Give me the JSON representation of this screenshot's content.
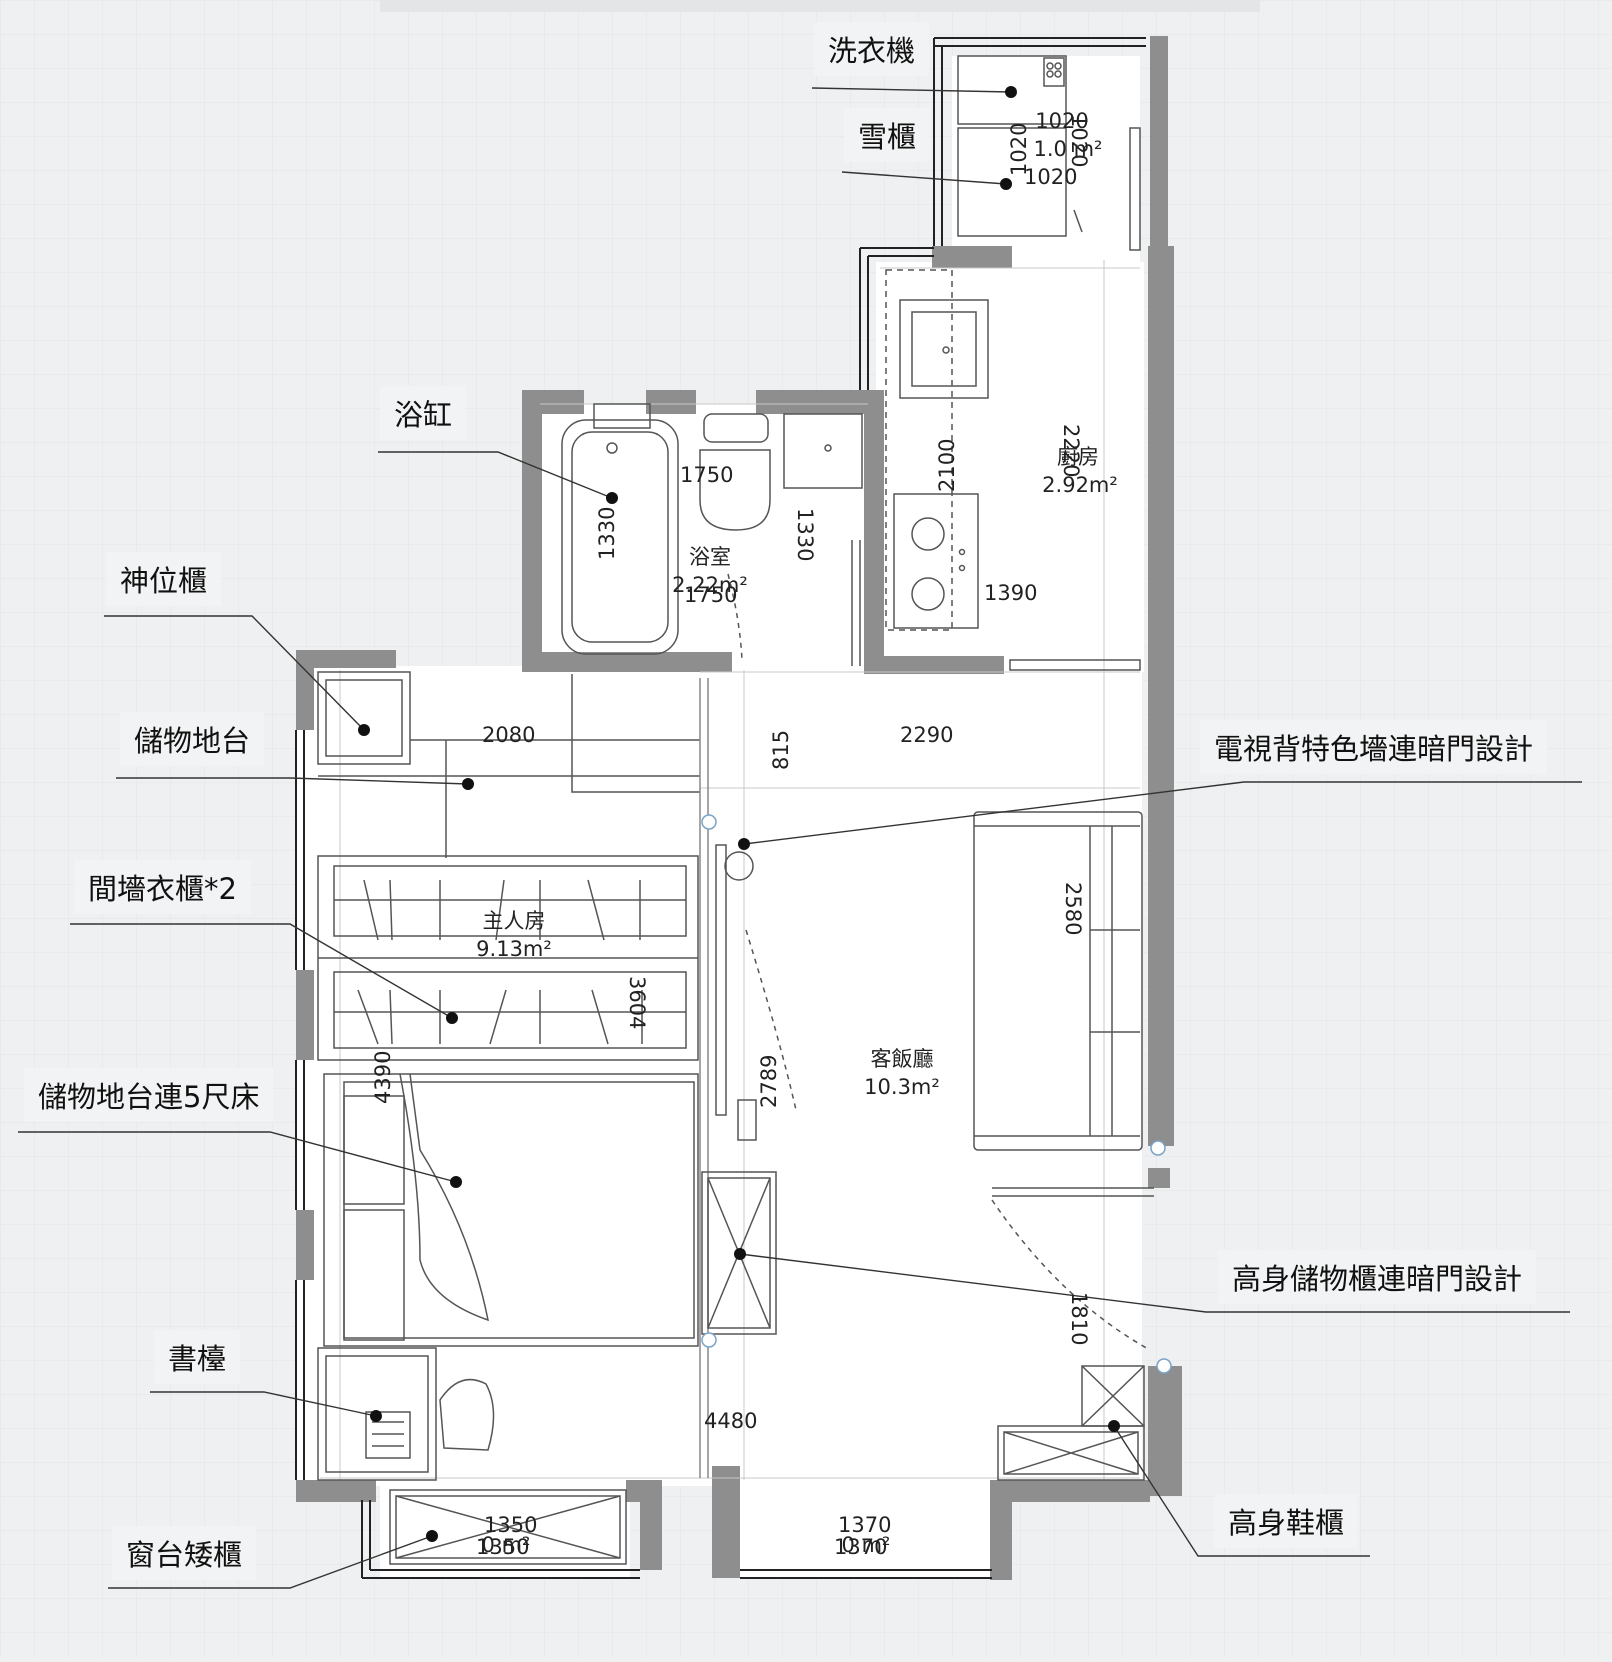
{
  "labels": {
    "washer": "洗衣機",
    "fridge": "雪櫃",
    "bathtub": "浴缸",
    "altar": "神位櫃",
    "storage_platform": "儲物地台",
    "partition_wardrobe": "間墻衣櫃*2",
    "platform_bed": "儲物地台連5尺床",
    "desk": "書檯",
    "window_cabinet": "窗台矮櫃",
    "tv_wall": "電視背特色墻連暗門設計",
    "tall_storage": "高身儲物櫃連暗門設計",
    "shoe_cabinet": "高身鞋櫃"
  },
  "rooms": {
    "utility_name": "1020",
    "utility_area": "1.0 m²",
    "kitchen_name": "廚房",
    "kitchen_area": "2.92m²",
    "bath_name": "浴室",
    "bath_area": "2.22m²",
    "master_name": "主人房",
    "master_area": "9.13m²",
    "living_name": "客飯廳",
    "living_area": "10.3m²",
    "bay1_area": "0 m²",
    "bay2_area": "0 m²"
  },
  "dims": {
    "d1020a": "1020",
    "d1020b": "1020",
    "d1020c": "1020",
    "d1750a": "1750",
    "d1750b": "1750",
    "d1330a": "1330",
    "d1330b": "1330",
    "d2100": "2100",
    "d2220": "2220",
    "d1390": "1390",
    "d2080": "2080",
    "d815": "815",
    "d2290": "2290",
    "d2580": "2580",
    "d3604": "3604",
    "d4390": "4390",
    "d2789": "2789",
    "d1810": "1810",
    "d4480": "4480",
    "d1350": "1350",
    "d1350b": "1350",
    "d1370": "1370",
    "d1370b": "1370"
  }
}
